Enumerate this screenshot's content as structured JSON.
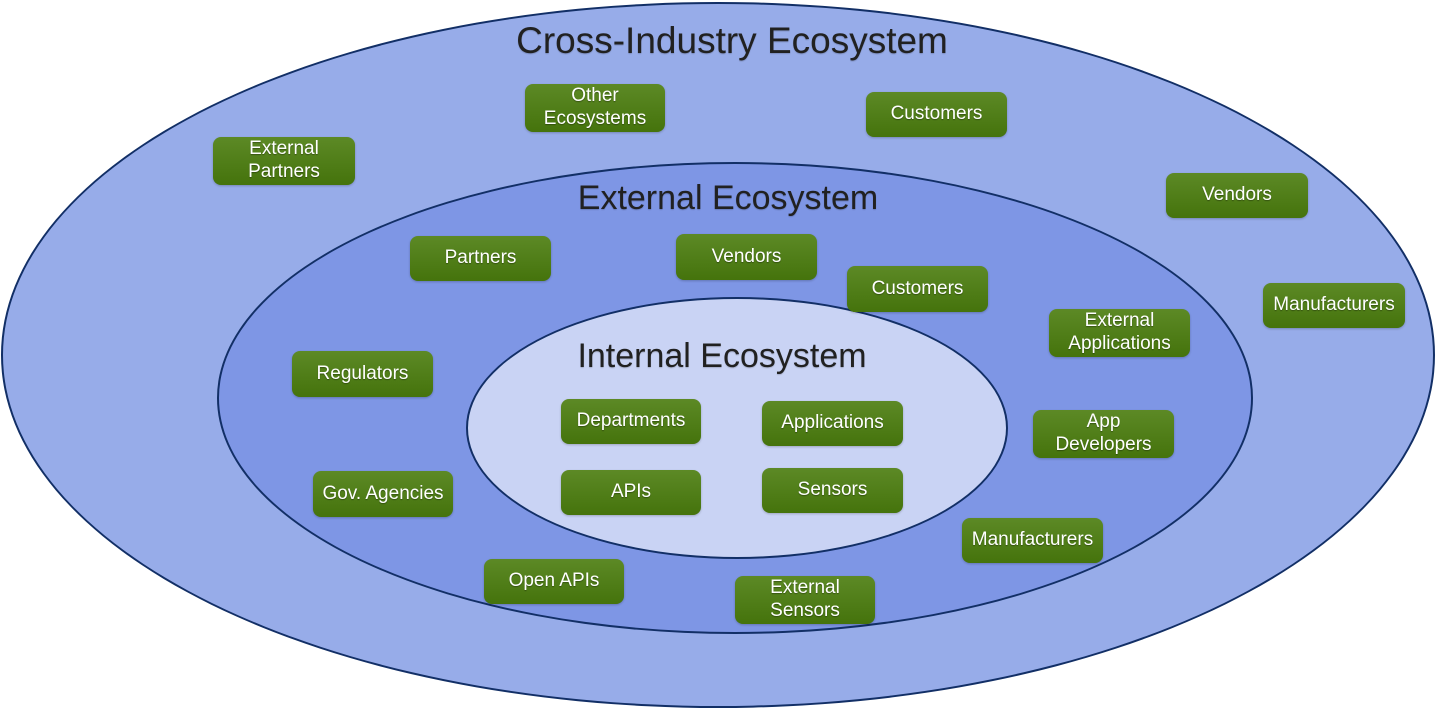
{
  "colors": {
    "outer_fill": "#97ace9",
    "middle_fill": "#7e96e5",
    "inner_fill": "#c9d3f4",
    "ellipse_border": "#122f66",
    "node_fill": "#4a7c0d",
    "node_text": "#ffffff",
    "title_text": "#212121"
  },
  "rings": {
    "cross": {
      "title": "Cross-Industry Ecosystem"
    },
    "external": {
      "title": "External Ecosystem"
    },
    "internal": {
      "title": "Internal Ecosystem"
    }
  },
  "nodes": [
    {
      "id": "other-ecosystems",
      "ring": "cross",
      "label": "Other Ecosystems"
    },
    {
      "id": "customers-cross",
      "ring": "cross",
      "label": "Customers"
    },
    {
      "id": "external-partners",
      "ring": "cross",
      "label": "External Partners"
    },
    {
      "id": "vendors-cross",
      "ring": "cross",
      "label": "Vendors"
    },
    {
      "id": "manufacturers-cross",
      "ring": "cross",
      "label": "Manufacturers"
    },
    {
      "id": "partners",
      "ring": "external",
      "label": "Partners"
    },
    {
      "id": "vendors-external",
      "ring": "external",
      "label": "Vendors"
    },
    {
      "id": "customers-external",
      "ring": "external",
      "label": "Customers"
    },
    {
      "id": "external-applications",
      "ring": "external",
      "label": "External Applications"
    },
    {
      "id": "regulators",
      "ring": "external",
      "label": "Regulators"
    },
    {
      "id": "app-developers",
      "ring": "external",
      "label": "App Developers"
    },
    {
      "id": "gov-agencies",
      "ring": "external",
      "label": "Gov. Agencies"
    },
    {
      "id": "manufacturers-external",
      "ring": "external",
      "label": "Manufacturers"
    },
    {
      "id": "open-apis",
      "ring": "external",
      "label": "Open APIs"
    },
    {
      "id": "external-sensors",
      "ring": "external",
      "label": "External Sensors"
    },
    {
      "id": "departments",
      "ring": "internal",
      "label": "Departments"
    },
    {
      "id": "applications",
      "ring": "internal",
      "label": "Applications"
    },
    {
      "id": "apis",
      "ring": "internal",
      "label": "APIs"
    },
    {
      "id": "sensors",
      "ring": "internal",
      "label": "Sensors"
    }
  ]
}
